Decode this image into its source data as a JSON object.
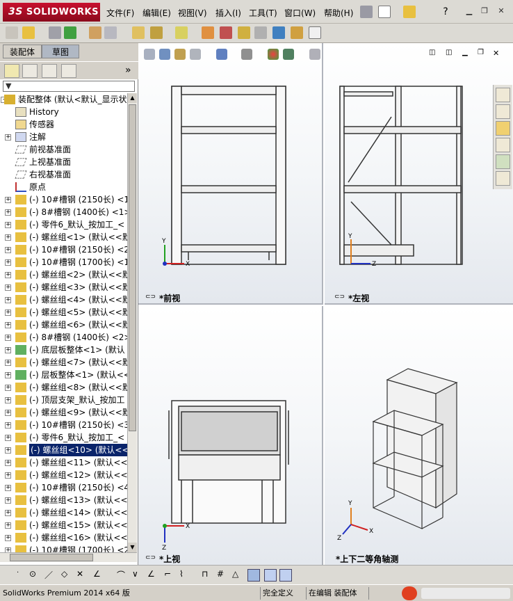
{
  "app": {
    "brand": "SOLIDWORKS",
    "brand_prefix": "3S",
    "menus": [
      "文件(F)",
      "编辑(E)",
      "视图(V)",
      "插入(I)",
      "工具(T)",
      "窗口(W)",
      "帮助(H)"
    ]
  },
  "left_panel": {
    "tabs": [
      "装配体",
      "草图"
    ],
    "filter_icon": "filter-icon",
    "tree": [
      {
        "label": "装配整体  (默认<默认_显示状",
        "icon": "assembly-icon",
        "expander": "-",
        "indent": 0
      },
      {
        "label": "History",
        "icon": "history-icon",
        "expander": "",
        "indent": 1
      },
      {
        "label": "传感器",
        "icon": "sensor-icon",
        "expander": "",
        "indent": 1
      },
      {
        "label": "注解",
        "icon": "annotation-icon",
        "expander": "+",
        "indent": 1
      },
      {
        "label": "前视基准面",
        "icon": "plane-icon",
        "expander": "",
        "indent": 1
      },
      {
        "label": "上视基准面",
        "icon": "plane-icon",
        "expander": "",
        "indent": 1
      },
      {
        "label": "右视基准面",
        "icon": "plane-icon",
        "expander": "",
        "indent": 1
      },
      {
        "label": "原点",
        "icon": "origin-icon",
        "expander": "",
        "indent": 1
      },
      {
        "label": "(-) 10#槽钢 (2150长) <1",
        "icon": "part-icon",
        "expander": "+",
        "indent": 1
      },
      {
        "label": "(-) 8#槽钢 (1400长) <1>",
        "icon": "part-icon",
        "expander": "+",
        "indent": 1
      },
      {
        "label": "(-) 零件6_默认_按加工_<",
        "icon": "part-icon",
        "expander": "+",
        "indent": 1
      },
      {
        "label": "(-) 螺丝组<1> (默认<<默",
        "icon": "part-icon",
        "expander": "+",
        "indent": 1
      },
      {
        "label": "(-) 10#槽钢 (2150长) <2",
        "icon": "part-icon",
        "expander": "+",
        "indent": 1
      },
      {
        "label": "(-) 10#槽钢 (1700长) <1",
        "icon": "part-icon",
        "expander": "+",
        "indent": 1
      },
      {
        "label": "(-) 螺丝组<2> (默认<<默",
        "icon": "part-icon",
        "expander": "+",
        "indent": 1
      },
      {
        "label": "(-) 螺丝组<3> (默认<<默",
        "icon": "part-icon",
        "expander": "+",
        "indent": 1
      },
      {
        "label": "(-) 螺丝组<4> (默认<<默",
        "icon": "part-icon",
        "expander": "+",
        "indent": 1
      },
      {
        "label": "(-) 螺丝组<5> (默认<<默",
        "icon": "part-icon",
        "expander": "+",
        "indent": 1
      },
      {
        "label": "(-) 螺丝组<6> (默认<<默",
        "icon": "part-icon",
        "expander": "+",
        "indent": 1
      },
      {
        "label": "(-) 8#槽钢 (1400长) <2>",
        "icon": "part-icon",
        "expander": "+",
        "indent": 1
      },
      {
        "label": "(-) 底层板整体<1> (默认",
        "icon": "subassembly-icon",
        "expander": "+",
        "indent": 1
      },
      {
        "label": "(-) 螺丝组<7> (默认<<默",
        "icon": "part-icon",
        "expander": "+",
        "indent": 1
      },
      {
        "label": "(-) 层板整体<1> (默认<<",
        "icon": "subassembly-icon",
        "expander": "+",
        "indent": 1
      },
      {
        "label": "(-) 螺丝组<8> (默认<<默",
        "icon": "part-icon",
        "expander": "+",
        "indent": 1
      },
      {
        "label": "(-) 顶层支架_默认_按加工",
        "icon": "part-icon",
        "expander": "+",
        "indent": 1
      },
      {
        "label": "(-) 螺丝组<9> (默认<<默",
        "icon": "part-icon",
        "expander": "+",
        "indent": 1
      },
      {
        "label": "(-) 10#槽钢 (2150长) <3",
        "icon": "part-icon",
        "expander": "+",
        "indent": 1
      },
      {
        "label": "(-) 零件6_默认_按加工_<",
        "icon": "part-icon",
        "expander": "+",
        "indent": 1
      },
      {
        "label": "(-) 螺丝组<10> (默认<<",
        "icon": "part-icon",
        "expander": "+",
        "indent": 1,
        "selected": true
      },
      {
        "label": "(-) 螺丝组<11> (默认<<默",
        "icon": "part-icon",
        "expander": "+",
        "indent": 1
      },
      {
        "label": "(-) 螺丝组<12> (默认<<默",
        "icon": "part-icon",
        "expander": "+",
        "indent": 1
      },
      {
        "label": "(-) 10#槽钢 (2150长) <4",
        "icon": "part-icon",
        "expander": "+",
        "indent": 1
      },
      {
        "label": "(-) 螺丝组<13> (默认<<默",
        "icon": "part-icon",
        "expander": "+",
        "indent": 1
      },
      {
        "label": "(-) 螺丝组<14> (默认<<默",
        "icon": "part-icon",
        "expander": "+",
        "indent": 1
      },
      {
        "label": "(-) 螺丝组<15> (默认<<默",
        "icon": "part-icon",
        "expander": "+",
        "indent": 1
      },
      {
        "label": "(-) 螺丝组<16> (默认<<默",
        "icon": "part-icon",
        "expander": "+",
        "indent": 1
      },
      {
        "label": "(-) 10#槽钢 (1700长) <2",
        "icon": "part-icon",
        "expander": "+",
        "indent": 1
      }
    ]
  },
  "viewports": {
    "front": "*前视",
    "left": "*左视",
    "top": "*上视",
    "iso": "*上下二等角轴测"
  },
  "axes": {
    "x": "X",
    "y": "Y",
    "z": "Z"
  },
  "status": {
    "product": "SolidWorks Premium 2014 x64 版",
    "definition": "完全定义",
    "mode": "在编辑 装配体"
  },
  "colors": {
    "brand_red": "#c8102e",
    "selection": "#0a246a",
    "axis_x": "#d02020",
    "axis_y": "#e08020",
    "axis_z": "#2030c0"
  }
}
